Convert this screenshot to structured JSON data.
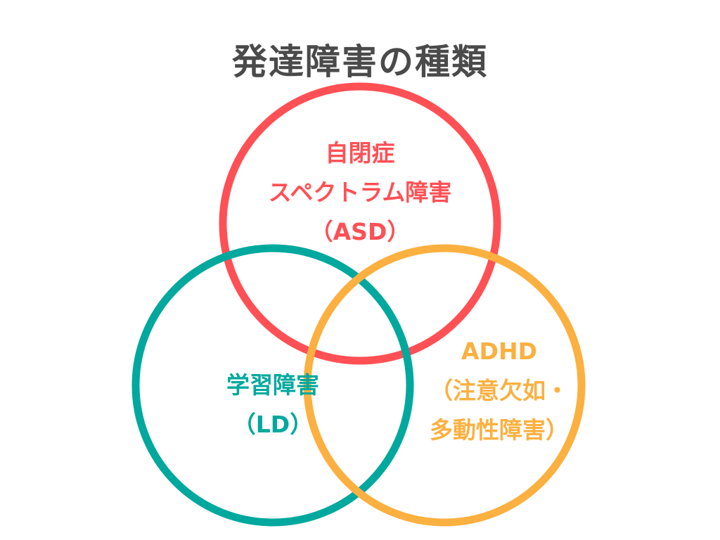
{
  "title": "発達障害の種類",
  "colors": {
    "asd": "#FF5055",
    "ld": "#00A89D",
    "adhd": "#FBB040",
    "title": "#4A4A4A"
  },
  "sets": {
    "asd": {
      "lines": [
        "自閉症",
        "スペクトラム障害",
        "（ASD）"
      ]
    },
    "ld": {
      "lines": [
        "学習障害",
        "（LD）"
      ]
    },
    "adhd": {
      "lines": [
        "ADHD",
        "（注意欠如・",
        "多動性障害）"
      ]
    }
  }
}
